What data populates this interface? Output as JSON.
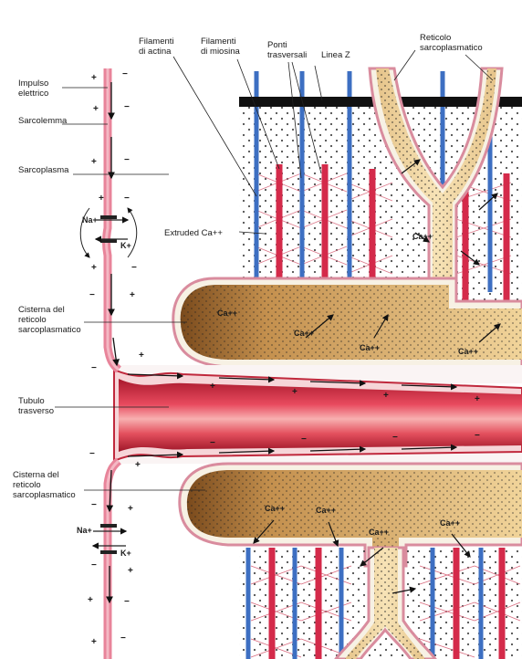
{
  "labels": {
    "impulso": [
      "Impulso",
      "elettrico"
    ],
    "sarcolemma": "Sarcolemma",
    "sarcoplasma": "Sarcoplasma",
    "cisterna_top": [
      "Cisterna del",
      "reticolo",
      "sarcoplasmatico"
    ],
    "tubulo": [
      "Tubulo",
      "trasverso"
    ],
    "cisterna_bottom": [
      "Cisterna del",
      "reticolo",
      "sarcoplasmatico"
    ],
    "actina": [
      "Filamenti",
      "di actina"
    ],
    "miosina": [
      "Filamenti",
      "di miosina"
    ],
    "ponti": [
      "Ponti",
      "trasversali"
    ],
    "linea_z": "Linea Z",
    "reticolo": [
      "Reticolo",
      "sarcoplasmatico"
    ],
    "extruded": "Extruded Ca++"
  },
  "ions": {
    "na": "Na+",
    "k": "K+",
    "ca": "Ca++"
  },
  "symbols": {
    "plus": "+",
    "minus": "−"
  },
  "colors": {
    "actin": "#3d6fc2",
    "myosin": "#d42a4a",
    "tubule": "#d63a50",
    "tubule_light": "#f4a8a8",
    "cistern": "#c9975a",
    "cistern_dark": "#8a5a2a",
    "membrane": "#e8849a",
    "reticulum_fill": "#f0d9a8",
    "zline": "#111111",
    "crossbridge": "#d96a7e"
  }
}
